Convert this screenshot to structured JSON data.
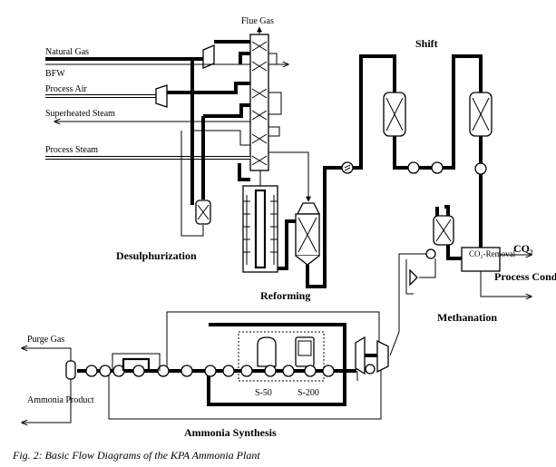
{
  "streams": {
    "natural_gas": "Natural Gas",
    "bfw": "BFW",
    "process_air": "Process Air",
    "superheated_steam": "Superheated Steam",
    "process_steam": "Process Steam",
    "flue_gas": "Flue Gas",
    "co2": "CO₂",
    "process_condensate": "Process Condensate",
    "purge_gas": "Purge Gas",
    "ammonia_product": "Ammonia Product"
  },
  "sections": {
    "desulphurization": "Desulphurization",
    "reforming": "Reforming",
    "shift": "Shift",
    "methanation": "Methanation",
    "ammonia_synthesis": "Ammonia Synthesis"
  },
  "equipment": {
    "co2_removal": "CO₂-Removal",
    "s50": "S-50",
    "s200": "S-200"
  },
  "caption": "Fig. 2: Basic Flow Diagrams of the KPA Ammonia Plant"
}
